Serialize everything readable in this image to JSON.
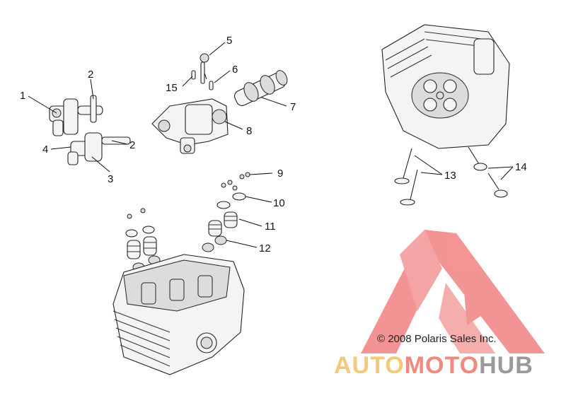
{
  "callouts": [
    "1",
    "2",
    "2",
    "3",
    "4",
    "5",
    "6",
    "15",
    "7",
    "8",
    "9",
    "10",
    "11",
    "12",
    "13",
    "14"
  ],
  "copyright": "© 2008 Polaris Sales Inc.",
  "watermark": {
    "part1": "AUTO",
    "part2": "MOTO",
    "part3": "HUB",
    "colors": {
      "auto": "#f5c97a",
      "moto": "#f08a7e",
      "hub": "#9a9a9a",
      "logo": "#f07a7a"
    }
  }
}
